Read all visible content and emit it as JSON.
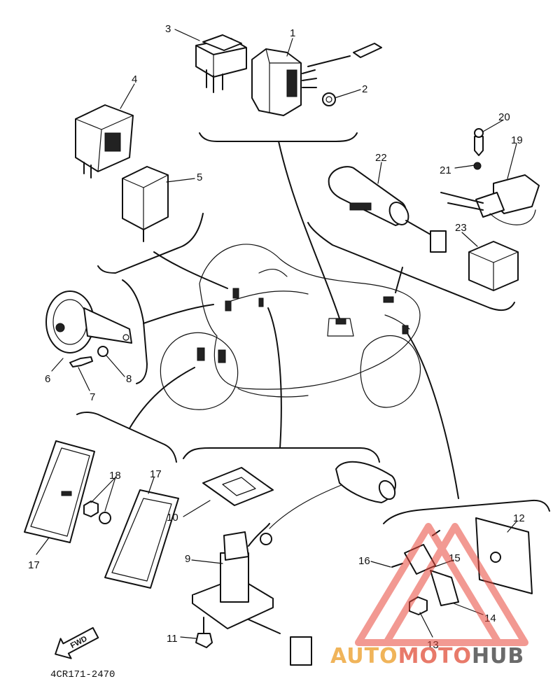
{
  "diagram": {
    "part_code": "4CR171-2470",
    "fwd_label": "FWD",
    "callouts": [
      "1",
      "2",
      "3",
      "4",
      "5",
      "6",
      "7",
      "8",
      "9",
      "10",
      "11",
      "12",
      "13",
      "14",
      "15",
      "16",
      "17",
      "17",
      "18",
      "19",
      "20",
      "21",
      "22",
      "23"
    ]
  },
  "watermark": {
    "part1": "AUTO",
    "part2": "MOTO",
    "part3": "HUB",
    "colors": {
      "auto": "#f0b45a",
      "moto": "#e87a6a",
      "hub": "#6a6a6a",
      "triangle": "#e8463a"
    }
  }
}
